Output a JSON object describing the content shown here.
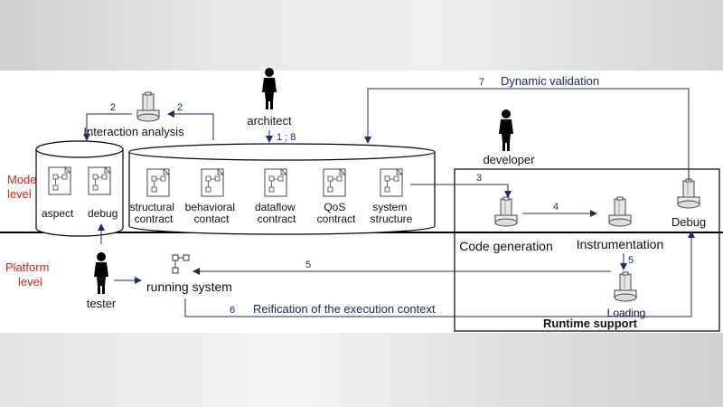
{
  "levels": {
    "model": [
      "Model",
      "level"
    ],
    "platform": [
      "Platform",
      "level"
    ]
  },
  "actors": {
    "architect": "architect",
    "developer": "developer",
    "tester": "tester"
  },
  "tools": {
    "interaction_analysis": "Interaction analysis",
    "code_generation": "Code generation",
    "instrumentation": "Instrumentation",
    "loading": "Loading",
    "debug": "Debug"
  },
  "left_db": {
    "items": [
      "aspect",
      "debug"
    ]
  },
  "right_db": {
    "items": [
      [
        "structural",
        "contract"
      ],
      [
        "behavioral",
        "contact"
      ],
      [
        "dataflow",
        "contract"
      ],
      [
        "QoS",
        "contract"
      ],
      [
        "system",
        "structure"
      ]
    ]
  },
  "running_system": "running system",
  "runtime_support": "Runtime support",
  "arrows": {
    "a2_left": "2",
    "a2_right": "2",
    "a1_8": "1 ; 8",
    "a3": "3",
    "a4": "4",
    "a5_up": "5",
    "a5_left": "5",
    "a6": "6",
    "a7": "7"
  },
  "flows": {
    "dynamic_validation": "Dynamic validation",
    "reification": "Reification of the execution context"
  }
}
